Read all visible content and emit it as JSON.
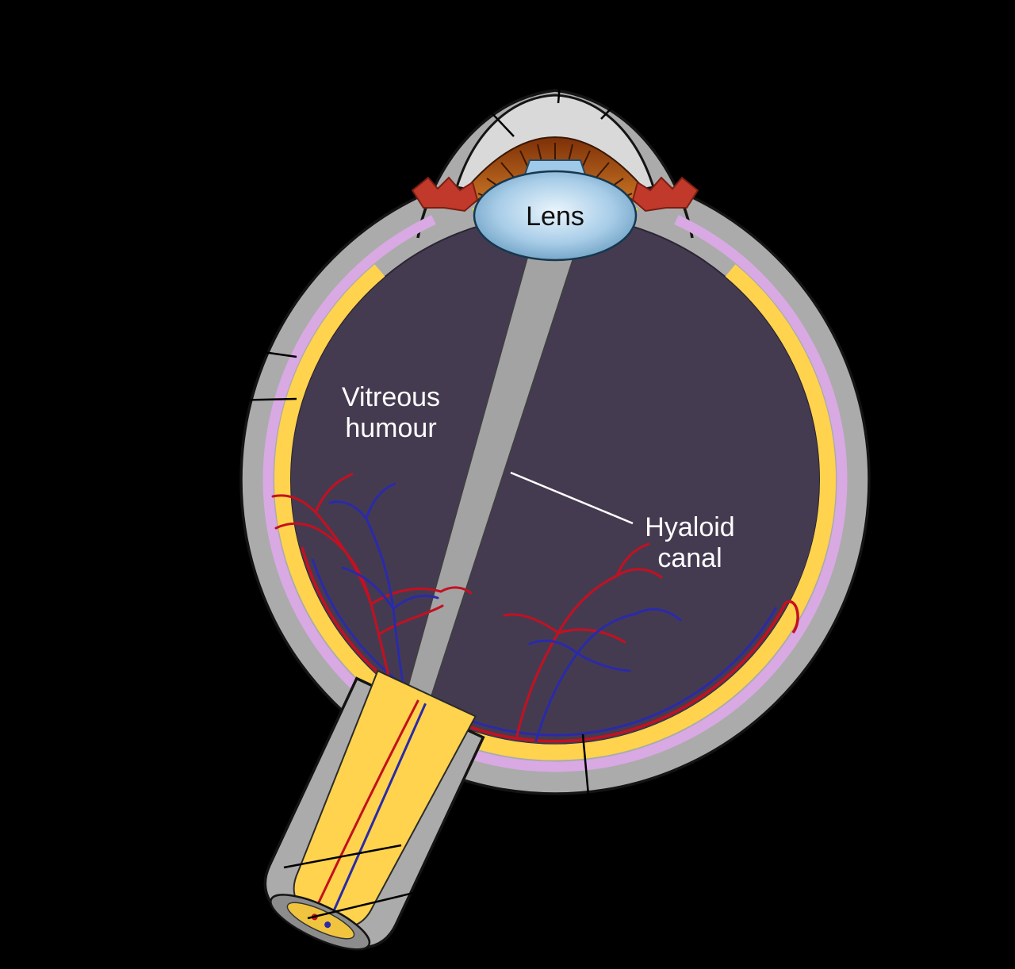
{
  "diagram": {
    "labels": {
      "lens": "Lens",
      "vitreous_line1": "Vitreous",
      "vitreous_line2": "humour",
      "hyaloid_line1": "Hyaloid",
      "hyaloid_line2": "canal"
    },
    "colors": {
      "background": "#000000",
      "sclera": "#ababab",
      "cornea": "#d9d9d9",
      "choroid": "#d9a9e3",
      "retina": "#ffd34d",
      "vitreous": "#453b51",
      "lens_blue": "#9fc9e8",
      "iris_orange": "#b75c1e",
      "ciliary_red": "#c0392b",
      "artery_red": "#c41020",
      "vein_blue": "#2a2aaa",
      "canal_gray": "#a3a3a3"
    }
  }
}
